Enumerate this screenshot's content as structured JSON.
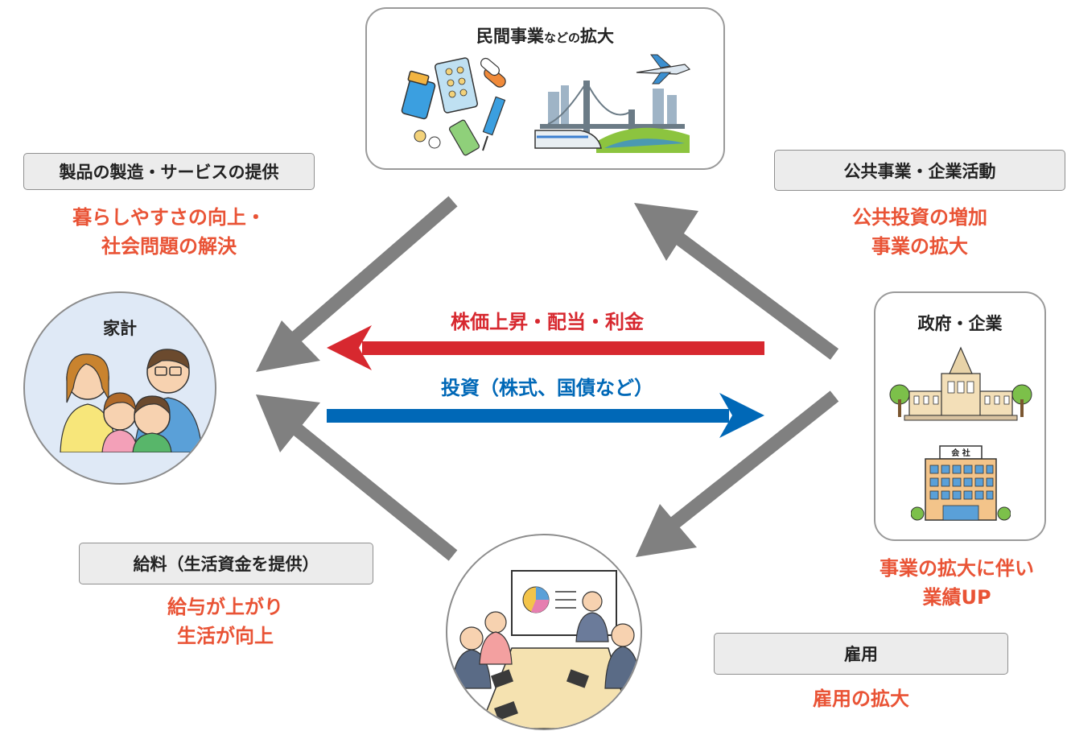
{
  "top_box": {
    "title_main": "民間事業",
    "title_small": "などの",
    "title_tail": "拡大"
  },
  "left_label": {
    "text": "製品の製造・サービスの提供",
    "effect_lines": [
      "暮らしやすさの向上・",
      "社会問題の解決"
    ]
  },
  "right_label": {
    "text": "公共事業・企業活動",
    "effect_lines": [
      "公共投資の増加",
      "事業の拡大"
    ]
  },
  "household": {
    "title": "家計"
  },
  "gov_box": {
    "title": "政府・企業",
    "company_sign": "会 社"
  },
  "center": {
    "red_arrow_label": "株価上昇・配当・利金",
    "blue_arrow_label": "投資（株式、国債など）"
  },
  "bottom_left_label": {
    "text": "給料（生活資金を提供）",
    "effect_lines": [
      "給与が上がり",
      "生活が向上"
    ]
  },
  "bottom_right": {
    "effect_lines": [
      "事業の拡大に伴い",
      "業績UP"
    ]
  },
  "employment_label": {
    "text": "雇用",
    "effect_lines": [
      "雇用の拡大"
    ]
  },
  "colors": {
    "red_arrow": "#d7282f",
    "blue_arrow": "#0068b7",
    "gray_arrow": "#808080",
    "effect_text": "#e95335"
  }
}
